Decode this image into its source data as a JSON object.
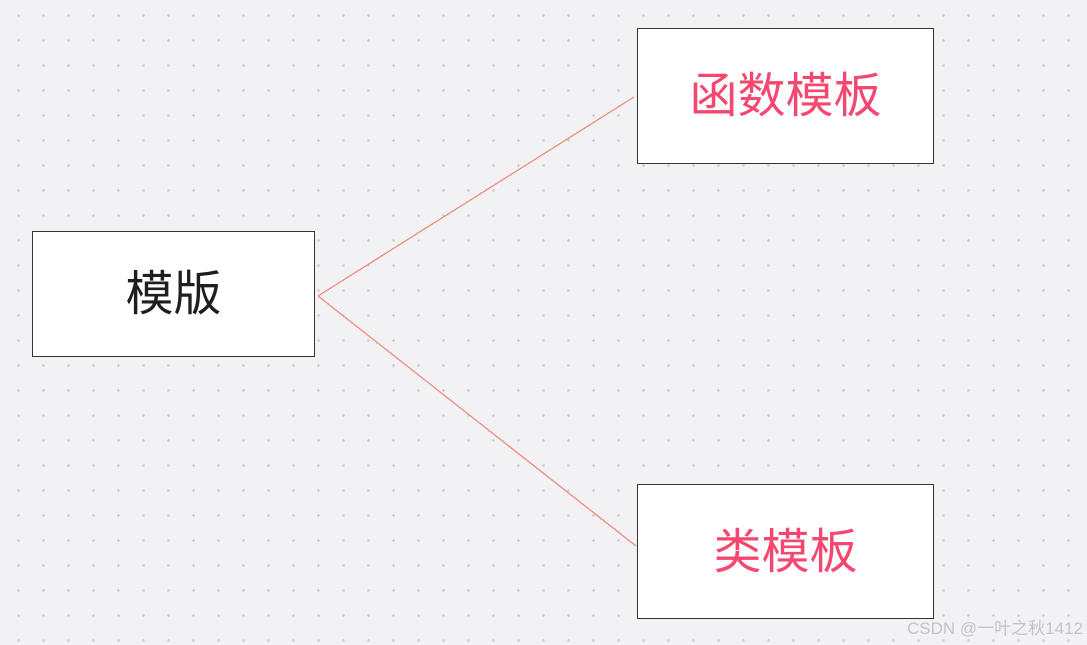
{
  "diagram": {
    "root": {
      "label": "模版"
    },
    "children": [
      {
        "label": "函数模板"
      },
      {
        "label": "类模板"
      }
    ],
    "colors": {
      "connector": "#f08a80",
      "child_text": "#f5476f",
      "root_text": "#1f1f1f",
      "canvas_background": "#f2f2f4",
      "grid_dot": "#c9c9cf"
    }
  },
  "watermark": "CSDN @一叶之秋1412"
}
